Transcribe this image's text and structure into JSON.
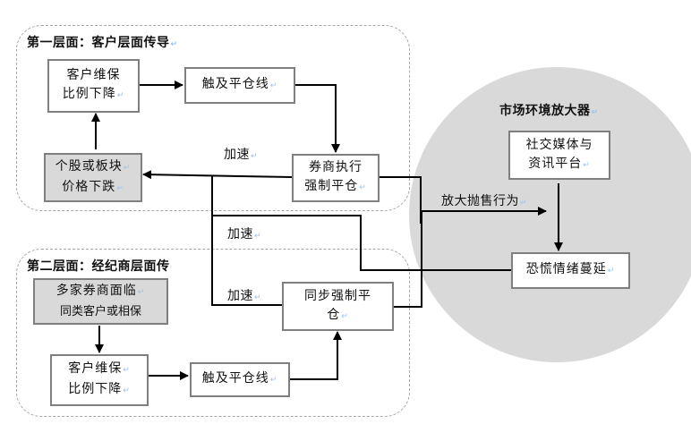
{
  "layer1": {
    "title": "第一层面：客户层面传导",
    "nodes": {
      "margin_drop": [
        "客户维保",
        "比例下降"
      ],
      "hit_liquidation": [
        "触及平仓线"
      ],
      "price_fall": [
        "个股或板块",
        "价格下跌"
      ],
      "broker_liquidate": [
        "券商执行",
        "强制平仓"
      ]
    },
    "accelerate_label": "加速"
  },
  "layer2": {
    "title": "第二层面：经纪商层面传",
    "nodes": {
      "brokers_face": [
        "多家券商面临",
        "同类客户或相保"
      ],
      "margin_drop": [
        "客户维保",
        "比例下降"
      ],
      "hit_liquidation": [
        "触及平仓线"
      ],
      "sync_liquidate": [
        "同步强制平",
        "仓"
      ]
    },
    "accelerate_label_1": "加速",
    "accelerate_label_2": "加速"
  },
  "amplifier": {
    "title": "市场环境放大器",
    "nodes": {
      "social_media": [
        "社交媒体与",
        "资讯平台"
      ],
      "panic": [
        "恐慌情绪蔓延"
      ]
    },
    "amplify_label": "放大抛售行为"
  },
  "colors": {
    "gray_fill": "#d9d9d9",
    "box_border": "#7f7f7f",
    "dashed_border": "#a6a6a6",
    "line": "#000000",
    "paragraph_mark": "#9cc3ec"
  }
}
